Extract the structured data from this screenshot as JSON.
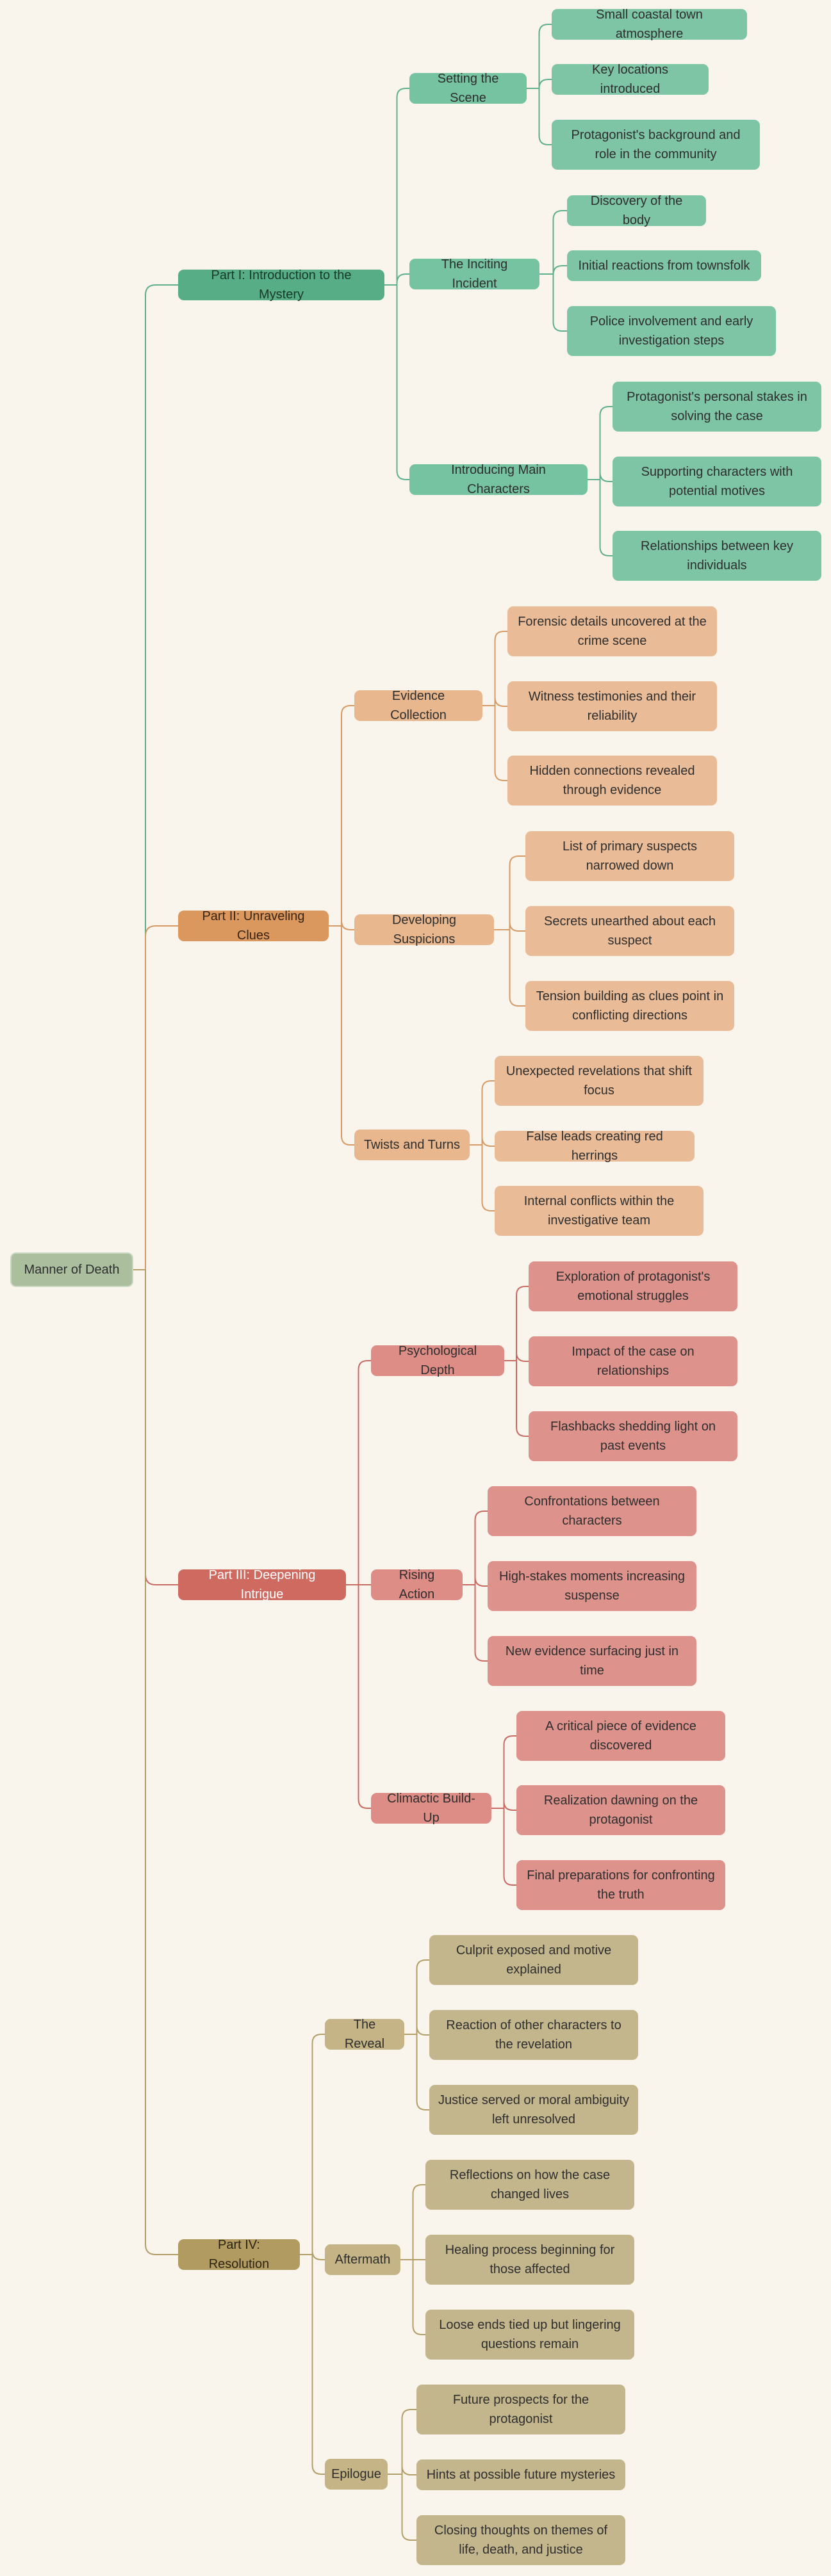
{
  "colors": {
    "background": "#faf5ec",
    "part1": "#57ad86",
    "part2": "#da985f",
    "part3": "#cf6a61",
    "part4": "#b19b60"
  },
  "root": "Manner of Death",
  "parts": [
    {
      "label": "Part I: Introduction to the Mystery",
      "sections": [
        {
          "label": "Setting the Scene",
          "items": [
            "Small coastal town atmosphere",
            "Key locations introduced",
            "Protagonist's background and role in the community"
          ]
        },
        {
          "label": "The Inciting Incident",
          "items": [
            "Discovery of the body",
            "Initial reactions from townsfolk",
            "Police involvement and early investigation steps"
          ]
        },
        {
          "label": "Introducing Main Characters",
          "items": [
            "Protagonist's personal stakes in solving the case",
            "Supporting characters with potential motives",
            "Relationships between key individuals"
          ]
        }
      ]
    },
    {
      "label": "Part II: Unraveling Clues",
      "sections": [
        {
          "label": "Evidence Collection",
          "items": [
            "Forensic details uncovered at the crime scene",
            "Witness testimonies and their reliability",
            "Hidden connections revealed through evidence"
          ]
        },
        {
          "label": "Developing Suspicions",
          "items": [
            "List of primary suspects narrowed down",
            "Secrets unearthed about each suspect",
            "Tension building as clues point in conflicting directions"
          ]
        },
        {
          "label": "Twists and Turns",
          "items": [
            "Unexpected revelations that shift focus",
            "False leads creating red herrings",
            "Internal conflicts within the investigative team"
          ]
        }
      ]
    },
    {
      "label": "Part III: Deepening Intrigue",
      "sections": [
        {
          "label": "Psychological Depth",
          "items": [
            "Exploration of protagonist's emotional struggles",
            "Impact of the case on relationships",
            "Flashbacks shedding light on past events"
          ]
        },
        {
          "label": "Rising Action",
          "items": [
            "Confrontations between characters",
            "High-stakes moments increasing suspense",
            "New evidence surfacing just in time"
          ]
        },
        {
          "label": "Climactic Build-Up",
          "items": [
            "A critical piece of evidence discovered",
            "Realization dawning on the protagonist",
            "Final preparations for confronting the truth"
          ]
        }
      ]
    },
    {
      "label": "Part IV: Resolution",
      "sections": [
        {
          "label": "The Reveal",
          "items": [
            "Culprit exposed and motive explained",
            "Reaction of other characters to the revelation",
            "Justice served or moral ambiguity left unresolved"
          ]
        },
        {
          "label": "Aftermath",
          "items": [
            "Reflections on how the case changed lives",
            "Healing process beginning for those affected",
            "Loose ends tied up but lingering questions remain"
          ]
        },
        {
          "label": "Epilogue",
          "items": [
            "Future prospects for the protagonist",
            "Hints at possible future mysteries",
            "Closing thoughts on themes of life, death, and justice"
          ]
        }
      ]
    }
  ]
}
